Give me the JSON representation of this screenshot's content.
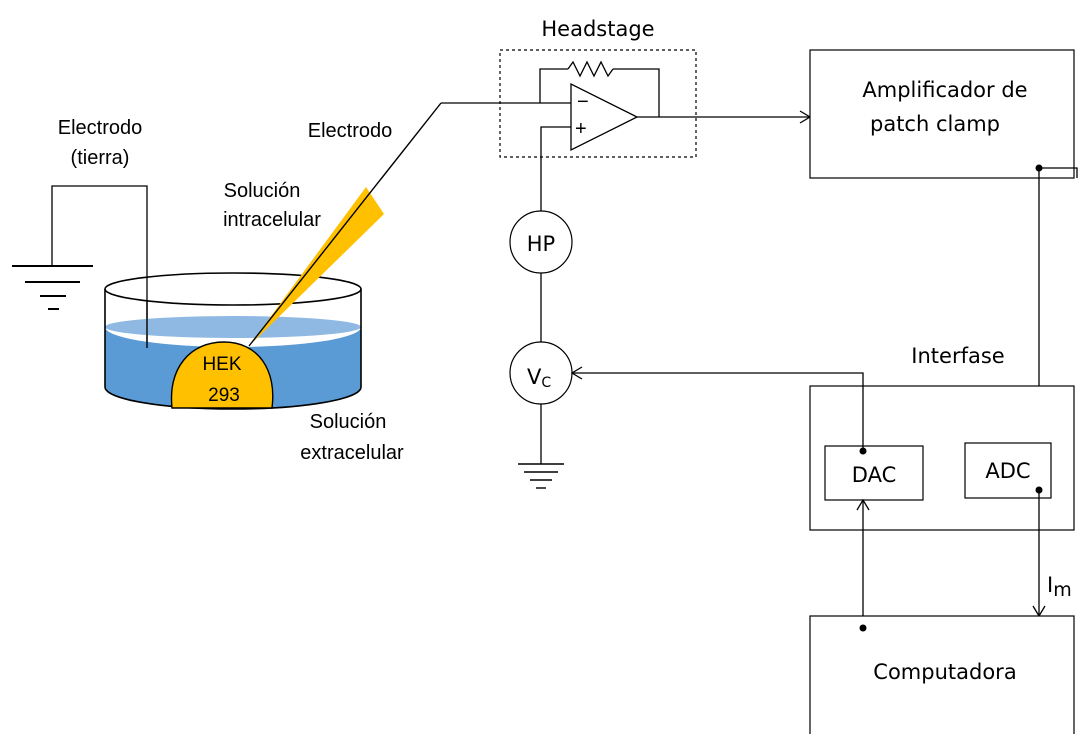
{
  "labels": {
    "electrodo_tierra_1": "Electrodo",
    "electrodo_tierra_2": "(tierra)",
    "electrodo": "Electrodo",
    "solucion_intra_1": "Solución",
    "solucion_intra_2": "intracelular",
    "solucion_extra_1": "Solución",
    "solucion_extra_2": "extracelular",
    "cell_1": "HEK",
    "cell_2": "293",
    "headstage": "Headstage",
    "hp": "HP",
    "vc_main": "V",
    "vc_sub": "C",
    "interfase": "Interfase",
    "im_main": "I",
    "im_sub": "m"
  },
  "blocks": {
    "amplifier_1": "Amplificador de",
    "amplifier_2": "patch clamp",
    "dac": "DAC",
    "adc": "ADC",
    "computer": "Computadora"
  },
  "opamp": {
    "minus": "−",
    "plus": "+"
  },
  "colors": {
    "solution": "#5b9bd5",
    "solution_top": "#8fb9e3",
    "cell": "#ffc000",
    "pipette": "#ffc000",
    "line": "#000000"
  }
}
